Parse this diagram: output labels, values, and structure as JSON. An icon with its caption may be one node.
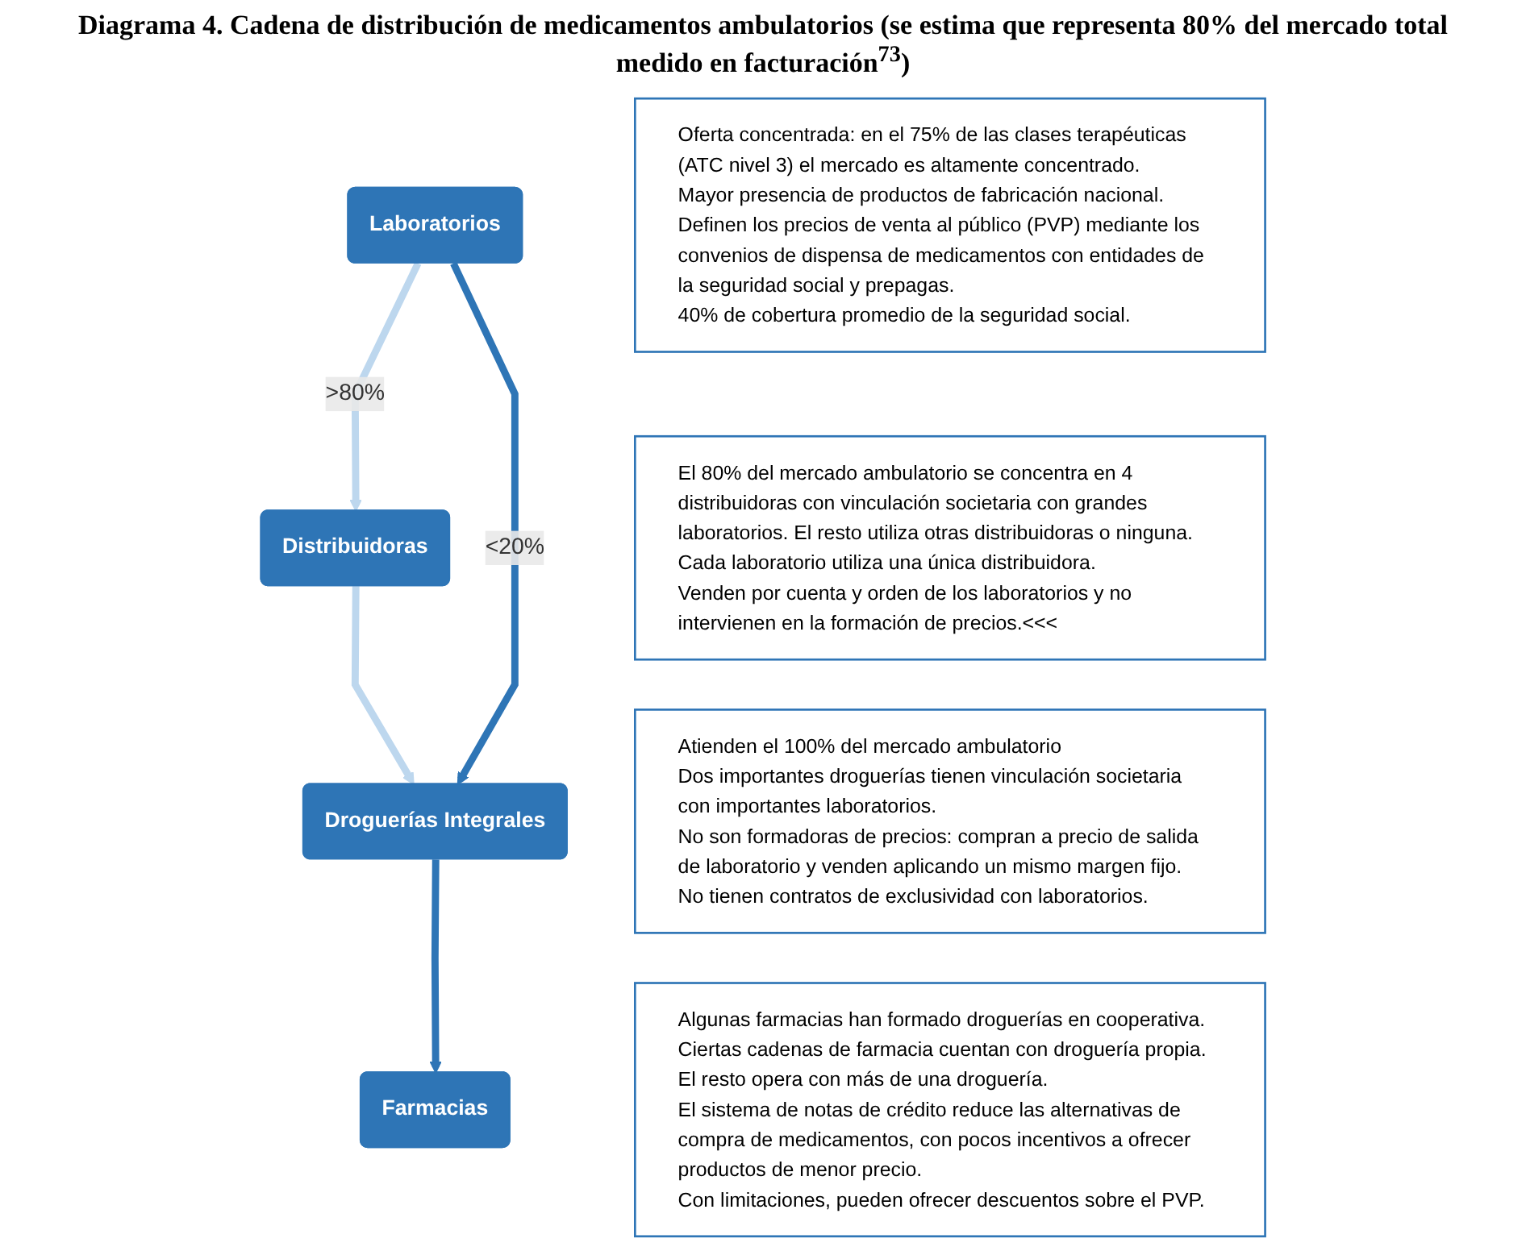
{
  "diagram": {
    "title": "Diagrama 4. Cadena de distribución de medicamentos ambulatorios (se estima que representa 80% del mercado total medido en facturación$^{73}$)",
    "nodes": [
      {
        "text": [
          "Laboratorios"
        ]
      },
      {
        "text": [
          "Oferta concentrada: en el 75% de las clases terapéuticas (ATC nivel 3) el mercado es altamente concentrado.",
          "Mayor presencia de productos de fabricación nacional.",
          "Definen los precios de venta al público (PVP) mediante los convenios de dispensa de medicamentos con entidades de la seguridad social y prepagas.",
          "40% de cobertura promedio de la seguridad social."
        ]
      },
      {
        "text": [
          "Distribuidoras"
        ]
      },
      {
        "text": [
          "El 80% del mercado ambulatorio se concentra en 4 distribuidoras con vinculación societaria con grandes laboratorios. El resto utiliza otras distribuidoras o ninguna.",
          "Cada laboratorio utiliza una única distribuidora.",
          "Venden por cuenta y orden de los laboratorios y no intervienen en la formación de precios.<<<"
        ]
      },
      {
        "text": [
          "Droguerías Integrales"
        ]
      },
      {
        "text": [
          "Atienden el 100% del mercado ambulatorio",
          "Dos importantes droguerías tienen vinculación societaria con importantes laboratorios.",
          "No son formadoras de precios: compran a precio de salida de laboratorio y venden aplicando un mismo margen fijo.",
          "No tienen contratos de exclusividad con laboratorios."
        ]
      },
      {
        "text": [
          "Farmacias"
        ]
      },
      {
        "text": [
          "Algunas farmacias han formado droguerías en cooperativa.",
          "Ciertas cadenas de farmacia cuentan con droguería propia.",
          "El resto opera con más de una droguería.",
          "El sistema de notas de crédito reduce las alternativas de compra de medicamentos, con pocos incentivos a ofrecer productos de menor precio.",
          "Con limitaciones, pueden ofrecer descuentos sobre el PVP."
        ]
      }
    ],
    "edges": [
      {
        "from": 0,
        "to": 2,
        "arrow": "to",
        "label": ">80%",
        "color": "#bdd7ee"
      },
      {
        "from": 2,
        "to": 4,
        "arrow": "to",
        "color": "#bdd7ee"
      },
      {
        "from": 0,
        "to": 4,
        "arrow": "to",
        "label": "<20%",
        "color": "#2e75b6"
      },
      {
        "from": 4,
        "to": 6,
        "arrow": "to",
        "color": "#2e75b6"
      }
    ]
  }
}
